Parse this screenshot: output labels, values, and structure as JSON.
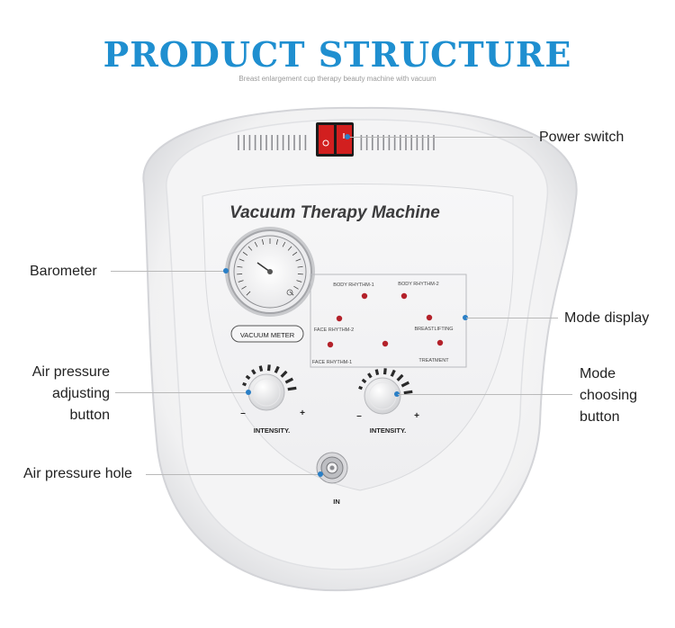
{
  "header": {
    "title": "PRODUCT STRUCTURE",
    "subtitle": "Breast enlargement cup therapy beauty machine with vacuum"
  },
  "device": {
    "name": "Vacuum Therapy Machine",
    "meter_label": "VACUUM METER",
    "mode_labels": [
      "BODY RHYTHM-1",
      "BODY RHYTHM-2",
      "FACE RHYTHM-2",
      "BREASTLIFTING",
      "FACE RHYTHM-1",
      "TREATMENT"
    ],
    "knob_label_left": "INTENSITY.",
    "knob_label_right": "INTENSITY.",
    "minus": "–",
    "plus": "+",
    "port_label": "IN"
  },
  "callouts": {
    "power_switch": "Power switch",
    "barometer": "Barometer",
    "mode_display": "Mode display",
    "air_pressure_button": [
      "Air pressure",
      "adjusting",
      "button"
    ],
    "mode_button": [
      "Mode",
      "choosing",
      "button"
    ],
    "air_pressure_hole": "Air pressure hole"
  },
  "colors": {
    "title": "#1f8fd0",
    "callout_dot": "#2a7fc6",
    "indicator_led": "#b3212a",
    "switch": "#d21f1f"
  }
}
